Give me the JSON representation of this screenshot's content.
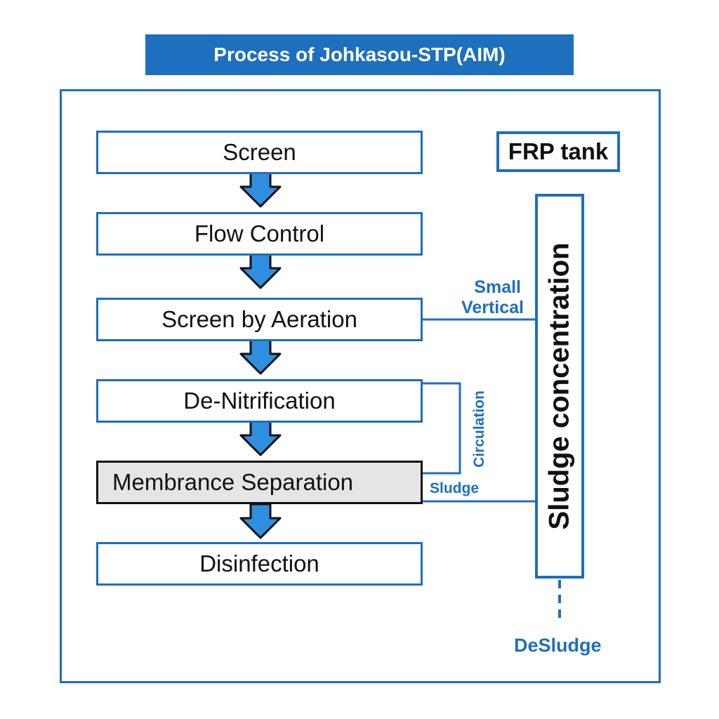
{
  "title": "Process of Johkasou-STP(AIM)",
  "steps": [
    {
      "label": "Screen"
    },
    {
      "label": "Flow Control"
    },
    {
      "label": "Screen by Aeration"
    },
    {
      "label": "De-Nitrification"
    },
    {
      "label": "Membrance Separation"
    },
    {
      "label": "Disinfection"
    }
  ],
  "frp_tank": "FRP tank",
  "sludge_concentration": "Sludge concentration",
  "labels": {
    "small": "Small",
    "vertical": "Vertical",
    "circulation": "Circulation",
    "sludge": "Sludge",
    "desludge": "DeSludge"
  },
  "colors": {
    "accent": "#1e6fbd",
    "arrow_fill": "#2e8fe0",
    "highlight_fill": "#e5e5e5"
  }
}
